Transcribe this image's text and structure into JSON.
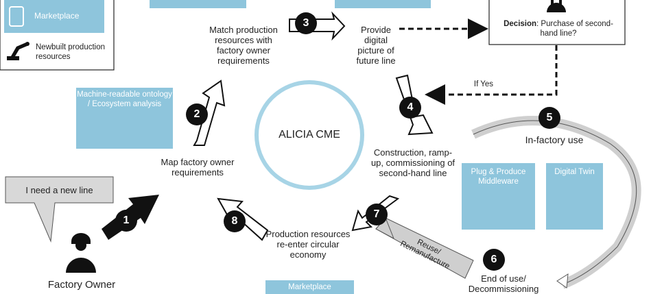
{
  "legend": {
    "marketplace_label": "Marketplace",
    "newbuilt_label": "Newbuilt production resources"
  },
  "center_label": "ALICIA CME",
  "steps": {
    "s1": "1",
    "s2": "2",
    "s3": "3",
    "s4": "4",
    "s5": "5",
    "s6": "6",
    "s7": "7",
    "s8": "8"
  },
  "labels": {
    "match": "Match production resources with factory owner requirements",
    "provide": "Provide digital picture of future line",
    "decision_bold": "Decision",
    "decision_rest": ": Purchase of second-hand line?",
    "if_yes": "If Yes",
    "map": "Map factory owner requirements",
    "construction": "Construction, ramp-up, commissioning of second-hand line",
    "in_factory": "In-factory use",
    "production_reenter": "Production resources re-enter circular economy",
    "end_of_use": "End of use/ Decommissioning",
    "reuse": "Reuse/ Remanufacture",
    "speech": "I need a new line",
    "factory_owner": "Factory Owner"
  },
  "boxes": {
    "ontology": "Machine-readable ontology / Ecosystem analysis",
    "plug_produce": "Plug & Produce Middleware",
    "digital_twin": "Digital Twin",
    "marketplace_bottom": "Marketplace"
  },
  "colors": {
    "accent_blue": "#8ec5dc",
    "circle": "#a7d4e6",
    "dark": "#111111",
    "grey": "#cfcfcf"
  }
}
